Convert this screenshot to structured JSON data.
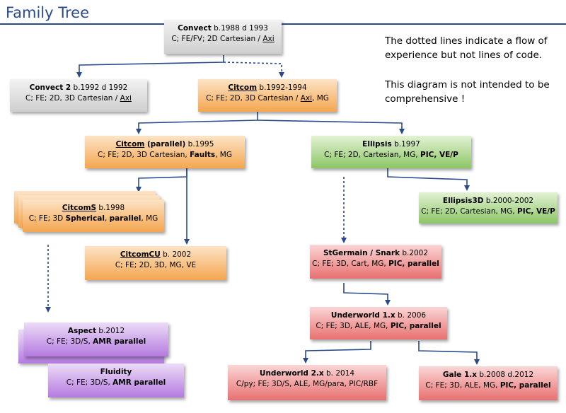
{
  "title": "Family Tree",
  "notes": [
    {
      "line1": "The dotted lines indicate a flow of",
      "line2": "experience but not lines of code."
    },
    {
      "line1": "This diagram is not intended to be",
      "line2": "comprehensive !"
    }
  ],
  "colors": {
    "title": "#2b4a8c",
    "arrow": "#2b4a8c",
    "gray": "#d9d9d9",
    "orange": "#f4a64f",
    "green": "#8cc665",
    "red": "#e87070",
    "purple": "#b57be0"
  },
  "nodes": {
    "convect": {
      "name": "Convect",
      "dates": " b.1988 d 1993",
      "desc": "C; FE/FV; 2D Cartesian / ",
      "desc_u": "Axi",
      "desc_tail": ""
    },
    "convect2": {
      "name": "Convect 2",
      "dates": " b.1992 d 1992",
      "desc": "C; FE; 2D, 3D Cartesian / ",
      "desc_u": "Axi",
      "desc_tail": ""
    },
    "citcom": {
      "name": "Citcom",
      "dates": " b.1992-1994",
      "desc": "C; FE; 2D, 3D Cartesian / ",
      "desc_u": "Axi",
      "desc_tail": ", MG"
    },
    "citcom_par": {
      "name": "Citcom",
      "name_tail": " (parallel)",
      "dates": " b.1995",
      "desc": "C; FE; 2D, 3D Cartesian, ",
      "desc_b": "Faults",
      "desc_tail": ", MG"
    },
    "ellipsis": {
      "name": "Ellipsis",
      "dates": " b.1997",
      "desc": "C; FE; 2D, Cartesian, MG, ",
      "desc_b": "PIC, VE/P"
    },
    "citcoms": {
      "name": "CitcomS",
      "dates": " b.1998",
      "desc": "C; FE; 3D ",
      "desc_b": "Spherical",
      "desc_mid": ", ",
      "desc_b2": "parallel",
      "desc_tail": ", MG"
    },
    "ellipsis3d": {
      "name": "Ellipsis3D",
      "dates": " b.2000-2002",
      "desc": "C; FE; 2D, Cartesian, MG, ",
      "desc_b": "PIC, VE/P"
    },
    "citcomcu": {
      "name": "CitcomCU",
      "dates": " b. 2002",
      "desc": "C; FE; 2D, 3D, MG, VE"
    },
    "stgermain": {
      "name": "StGermain / Snark",
      "dates": " b.2002",
      "desc": "C; FE; 3D, Cart, MG, ",
      "desc_b": "PIC, parallel"
    },
    "uw1": {
      "name": "Underworld 1.x",
      "dates": " b. 2006",
      "desc": "C; FE; 3D, ALE, MG, ",
      "desc_b": "PIC, parallel"
    },
    "aspect": {
      "name": "Aspect",
      "dates": " b.2012",
      "desc": "C; FE; 3D/S, ",
      "desc_b": "AMR parallel"
    },
    "fluidity": {
      "name": "Fluidity",
      "dates": "",
      "desc": "C; FE; 3D/S, ",
      "desc_b": "AMR parallel"
    },
    "uw2": {
      "name": "Underworld 2.x",
      "dates": " b. 2014",
      "desc": "C/py; FE; 3D/S, ALE, MG/para, PIC/RBF"
    },
    "gale": {
      "name": "Gale 1.x",
      "dates": " b.2008 d.2012",
      "desc": "C; FE; 3D, ALE, MG, ",
      "desc_b": "PIC, parallel"
    }
  }
}
